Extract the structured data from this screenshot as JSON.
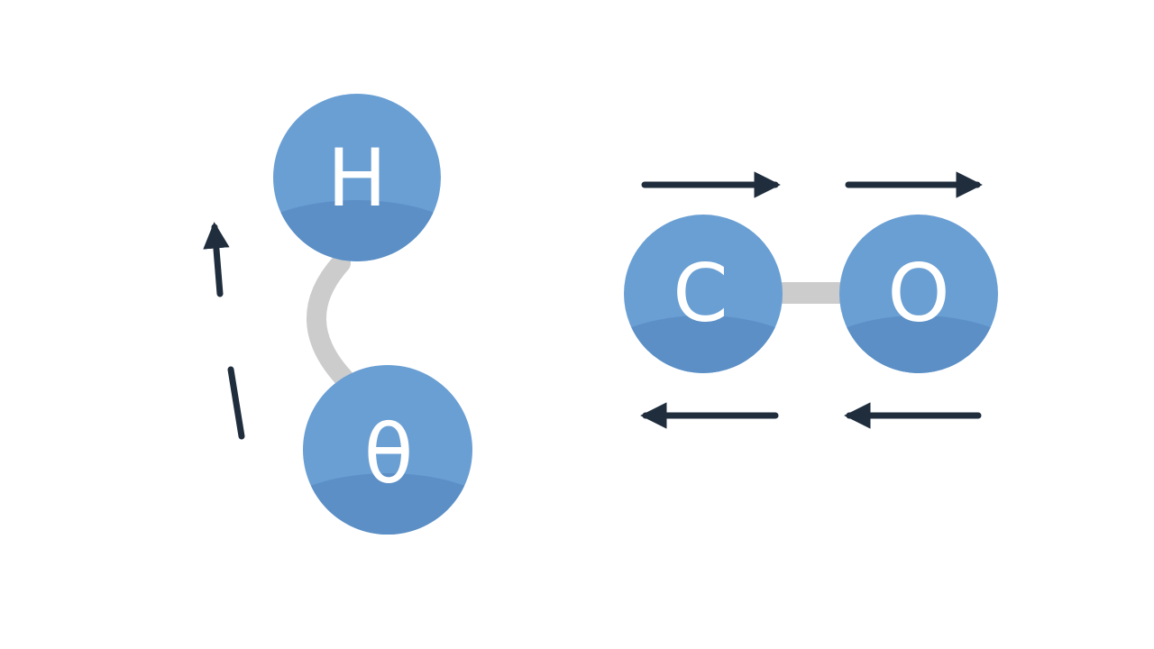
{
  "colors": {
    "background": "#ffffff",
    "atom_fill": "#6a9fd4",
    "atom_shade": "#5b8fc6",
    "bond": "#cccccc",
    "arrow": "#1f2d3d",
    "label": "#ffffff"
  },
  "molecules": [
    {
      "atoms": [
        {
          "label": "H"
        },
        {
          "label": "θ"
        }
      ],
      "arrows": [
        {
          "direction": "up"
        },
        {
          "direction": "none"
        }
      ]
    },
    {
      "atoms": [
        {
          "label": "C"
        },
        {
          "label": "O"
        }
      ],
      "arrows": [
        {
          "direction": "right"
        },
        {
          "direction": "right"
        },
        {
          "direction": "left"
        },
        {
          "direction": "left"
        }
      ]
    }
  ]
}
